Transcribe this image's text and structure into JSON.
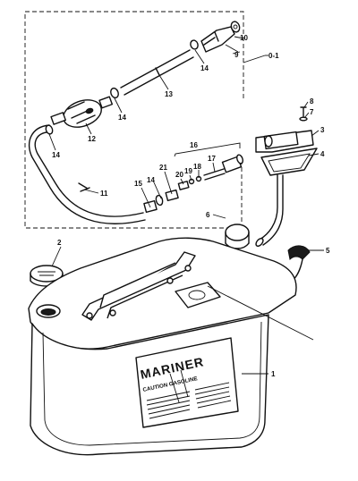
{
  "callouts": [
    {
      "id": "c1",
      "text": "1"
    },
    {
      "id": "c2",
      "text": "2"
    },
    {
      "id": "c3",
      "text": "3"
    },
    {
      "id": "c4",
      "text": "4"
    },
    {
      "id": "c5",
      "text": "5"
    },
    {
      "id": "c6",
      "text": "6"
    },
    {
      "id": "c7",
      "text": "7"
    },
    {
      "id": "c8",
      "text": "8"
    },
    {
      "id": "c9",
      "text": "9"
    },
    {
      "id": "c10",
      "text": "10"
    },
    {
      "id": "c11",
      "text": "11"
    },
    {
      "id": "c12",
      "text": "12"
    },
    {
      "id": "c13",
      "text": "13"
    },
    {
      "id": "c14a",
      "text": "14"
    },
    {
      "id": "c14b",
      "text": "14"
    },
    {
      "id": "c14c",
      "text": "14"
    },
    {
      "id": "c14d",
      "text": "14"
    },
    {
      "id": "c15",
      "text": "15"
    },
    {
      "id": "c16",
      "text": "16"
    },
    {
      "id": "c17",
      "text": "17"
    },
    {
      "id": "c18",
      "text": "18"
    },
    {
      "id": "c19",
      "text": "19"
    },
    {
      "id": "c20",
      "text": "20"
    },
    {
      "id": "c21",
      "text": "21"
    },
    {
      "id": "c01",
      "text": "0-1"
    }
  ],
  "tank_label": {
    "brand": "MARINER",
    "warning": "CAUTION GASOLINE"
  }
}
